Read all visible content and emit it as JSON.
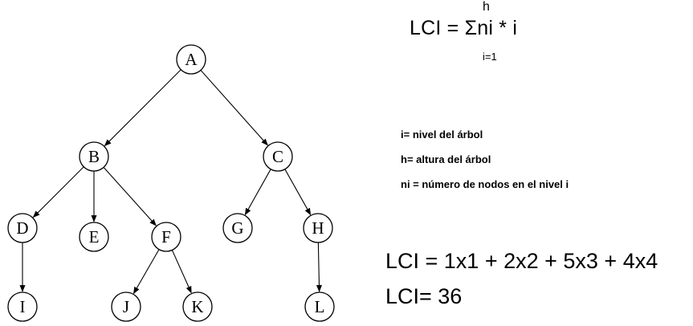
{
  "formula": {
    "upper_limit": "h",
    "expression": "LCI = Σni * i",
    "lower_limit": "i=1"
  },
  "legend": [
    "i= nivel del árbol",
    "h= altura del árbol",
    "ni = número de nodos en el nivel i"
  ],
  "calculation": {
    "line1": "LCI = 1x1 + 2x2 + 5x3 + 4x4",
    "line2": "LCI= 36"
  },
  "tree": {
    "nodes": [
      "A",
      "B",
      "C",
      "D",
      "E",
      "F",
      "G",
      "H",
      "I",
      "J",
      "K",
      "L"
    ],
    "edges": [
      [
        "A",
        "B"
      ],
      [
        "A",
        "C"
      ],
      [
        "B",
        "D"
      ],
      [
        "B",
        "E"
      ],
      [
        "B",
        "F"
      ],
      [
        "C",
        "G"
      ],
      [
        "C",
        "H"
      ],
      [
        "D",
        "I"
      ],
      [
        "F",
        "J"
      ],
      [
        "F",
        "K"
      ],
      [
        "H",
        "L"
      ]
    ]
  }
}
